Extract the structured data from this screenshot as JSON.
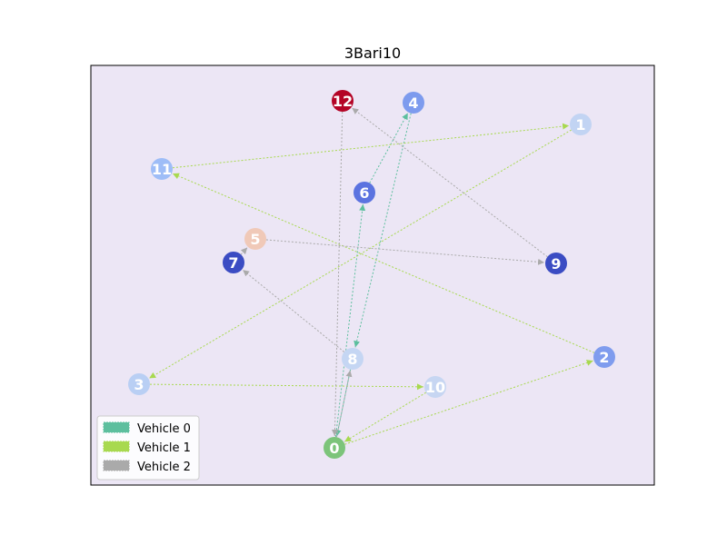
{
  "title": "3Bari10",
  "colors": {
    "plot_bg": "#ece6f5",
    "vehicle_0": "#5dbf9e",
    "vehicle_1": "#a8d94f",
    "vehicle_2": "#aaaaaa"
  },
  "nodes": [
    {
      "id": "0",
      "color": "#7cc47a"
    },
    {
      "id": "1",
      "color": "#c2d4f3"
    },
    {
      "id": "2",
      "color": "#7f9cee"
    },
    {
      "id": "3",
      "color": "#b9cff4"
    },
    {
      "id": "4",
      "color": "#7d9bee"
    },
    {
      "id": "5",
      "color": "#f0c9b8"
    },
    {
      "id": "6",
      "color": "#5b73e0"
    },
    {
      "id": "7",
      "color": "#3b4cc3"
    },
    {
      "id": "8",
      "color": "#c5d6f3"
    },
    {
      "id": "9",
      "color": "#3b4cc3"
    },
    {
      "id": "10",
      "color": "#c7d6f2"
    },
    {
      "id": "11",
      "color": "#9ebdf7"
    },
    {
      "id": "12",
      "color": "#b40426"
    }
  ],
  "routes": [
    {
      "vehicle": "Vehicle 0",
      "color": "#5dbf9e",
      "path": [
        "0",
        "6",
        "4",
        "8",
        "0"
      ]
    },
    {
      "vehicle": "Vehicle 1",
      "color": "#a8d94f",
      "path": [
        "0",
        "2",
        "11",
        "1",
        "3",
        "10",
        "0"
      ]
    },
    {
      "vehicle": "Vehicle 2",
      "color": "#aaaaaa",
      "path": [
        "0",
        "8",
        "7",
        "5",
        "9",
        "12",
        "0"
      ]
    }
  ],
  "legend": [
    {
      "label": "Vehicle 0",
      "color": "#5dbf9e"
    },
    {
      "label": "Vehicle 1",
      "color": "#a8d94f"
    },
    {
      "label": "Vehicle 2",
      "color": "#aaaaaa"
    }
  ]
}
